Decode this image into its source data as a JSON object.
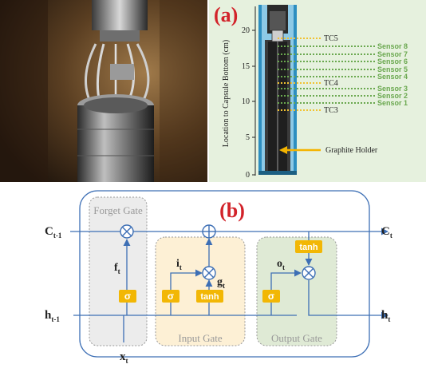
{
  "panel_a": {
    "label": "(a)",
    "y_axis_label": "Location to Capsule Bottom  (cm)",
    "y_ticks": [
      "0",
      "5",
      "10",
      "15",
      "20"
    ],
    "thermocouples": [
      "TC5",
      "TC4",
      "TC3"
    ],
    "sensors": [
      "Sensor 8",
      "Sensor 7",
      "Sensor 6",
      "Sensor 5",
      "Sensor 4",
      "Sensor 3",
      "Sensor 2",
      "Sensor 1"
    ],
    "holder_label": "Graphite Holder",
    "colors": {
      "sensor": "#6aa84f",
      "tc": "#f1c232",
      "arrow": "#f4b400",
      "panel_bg": "#e6f1de"
    }
  },
  "panel_b": {
    "label": "(b)",
    "gates": {
      "forget": "Forget Gate",
      "input": "Input Gate",
      "output": "Output Gate"
    },
    "inputs": {
      "c_prev": "C",
      "c_prev_sub": "t-1",
      "h_prev": "h",
      "h_prev_sub": "t-1",
      "x": "x",
      "x_sub": "t"
    },
    "outputs": {
      "c_out": "C",
      "c_out_sub": "t",
      "h_out": "h",
      "h_out_sub": "t"
    },
    "signals": {
      "f": "f",
      "f_sub": "t",
      "i": "i",
      "i_sub": "t",
      "g": "g",
      "g_sub": "t",
      "o": "o",
      "o_sub": "t"
    },
    "blocks": {
      "sigma": "σ",
      "tanh": "tanh"
    },
    "colors": {
      "block": "#f2b705",
      "line": "#3d6fb5",
      "label": "#d2232a",
      "forget_bg": "#ececec",
      "input_bg": "#fdf0d5",
      "output_bg": "#dfead5"
    }
  }
}
